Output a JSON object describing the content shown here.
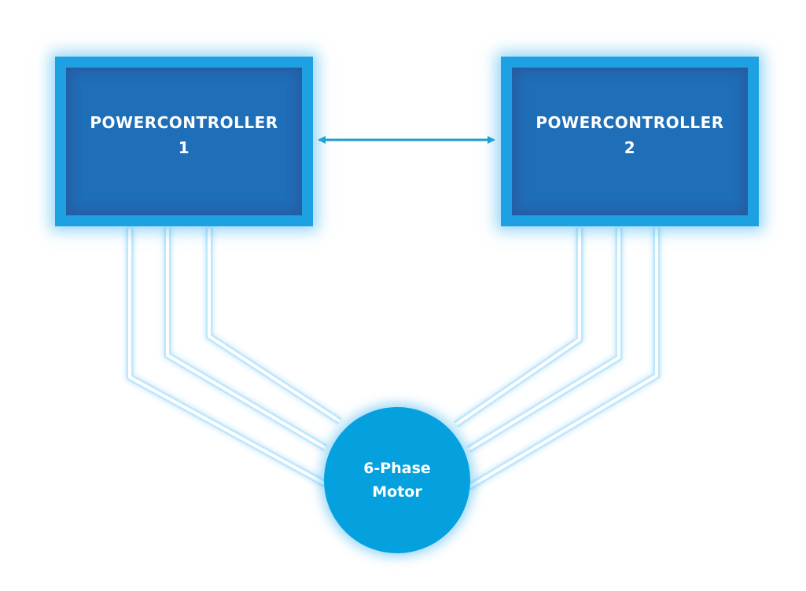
{
  "controllers": [
    {
      "line1": "POWERCONTROLLER",
      "line2": "1"
    },
    {
      "line1": "POWERCONTROLLER",
      "line2": "2"
    }
  ],
  "motor": {
    "line1": "6-Phase",
    "line2": "Motor"
  },
  "colors": {
    "controller_outer": "#1da1e3",
    "controller_inner": "#1f6eb8",
    "motor": "#05a1de",
    "arrow": "#1aa0cf",
    "wire": "#bfe6fb"
  }
}
